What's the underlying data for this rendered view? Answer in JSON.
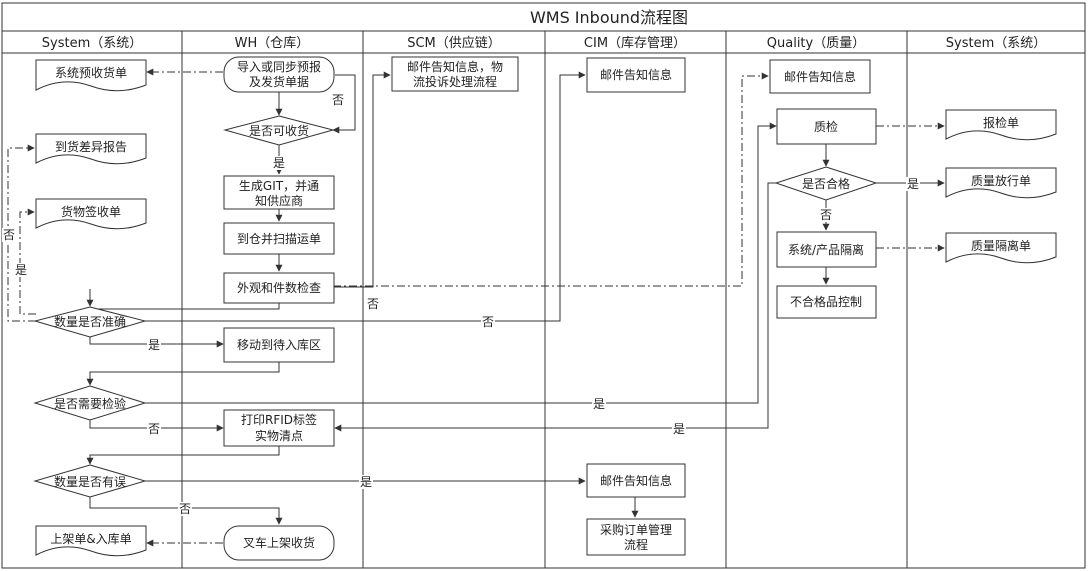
{
  "title": "WMS Inbound流程图",
  "lanes": [
    "System（系统）",
    "WH（仓库）",
    "SCM（供应链）",
    "CIM（库存管理）",
    "Quality（质量）",
    "System（系统）"
  ],
  "docs": {
    "sys_receipt": "系统预收货单",
    "arrival_diff": "到货差异报告",
    "goods_sign": "货物签收单",
    "shelf_order": "上架单&入库单",
    "inspection_order": "报检单",
    "quality_release": "质量放行单",
    "quality_isolation": "质量隔离单"
  },
  "nodes": {
    "import_sync": [
      "导入或同步预报",
      "及发货单据"
    ],
    "receivable": "是否可收货",
    "gen_git": [
      "生成GIT，并通",
      "知供应商"
    ],
    "arrive_scan": "到仓并扫描运单",
    "appearance_check": "外观和件数检查",
    "move_pending": "移动到待入库区",
    "print_rfid": [
      "打印RFID标签",
      "实物清点"
    ],
    "forklift": "叉车上架收货",
    "scm_mail": [
      "邮件告知信息，物",
      "流投诉处理流程"
    ],
    "cim_mail_1": "邮件告知信息",
    "cim_mail_2": "邮件告知信息",
    "purchase_order": [
      "采购订单管理",
      "流程"
    ],
    "quality_mail": "邮件告知信息",
    "quality_check": "质检",
    "is_qualified": "是否合格",
    "system_isolation": "系统/产品隔离",
    "nonconforming": "不合格品控制",
    "qty_accurate": "数量是否准确",
    "need_inspect": "是否需要检验",
    "qty_error": "数量是否有误"
  },
  "labels": {
    "yes": "是",
    "no": "否"
  }
}
